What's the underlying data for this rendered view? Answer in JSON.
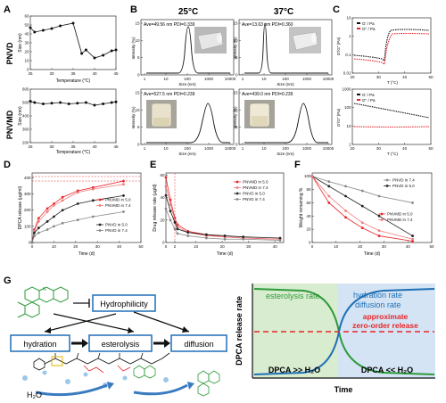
{
  "panels": {
    "A": "A",
    "B": "B",
    "C": "C",
    "D": "D",
    "E": "E",
    "F": "F",
    "G": "G"
  },
  "row_labels": {
    "pnvd": "PNVD",
    "pnvmd": "PNVMD"
  },
  "temps": {
    "t25": "25°C",
    "t37": "37°C"
  },
  "A": {
    "ylabel": "Size (nm)",
    "xlabel": "Temperature (°C)",
    "xticks": [
      "25",
      "30",
      "35",
      "40",
      "45"
    ],
    "top_yticks": [
      "60",
      "50",
      "40",
      "30",
      "20",
      "10",
      "0"
    ],
    "bot_yticks": [
      "600",
      "500",
      "400",
      "300",
      "200"
    ],
    "top_x": [
      25,
      26,
      28,
      30,
      32,
      35,
      37,
      38,
      40,
      42,
      44,
      45
    ],
    "top_y": [
      47,
      42,
      44,
      46,
      49,
      52,
      18,
      22,
      13,
      16,
      21,
      22
    ],
    "bot_x": [
      25,
      26,
      28,
      30,
      32,
      34,
      36,
      38,
      40,
      42,
      44,
      45
    ],
    "bot_y": [
      510,
      500,
      490,
      495,
      500,
      490,
      495,
      500,
      480,
      490,
      500,
      505
    ]
  },
  "B": {
    "ylabel": "Intensity (%)",
    "xlabel": "Size (nm)",
    "xticks": [
      "1",
      "10",
      "100",
      "1000",
      "10000"
    ],
    "yticks": [
      "15",
      "10",
      "5",
      "0"
    ],
    "p1": "Ave=49.56 nm  PDI=0.339",
    "p2": "Ave=13.63 nm  PDI=0.360",
    "p3": "Ave=527.5 nm  PDI=0.239",
    "p4": "Ave=439.0 nm  PDI=0.239"
  },
  "C": {
    "ylabel": "G'/G'' (Pa)",
    "xlabel": "T (°C)",
    "xticks": [
      "20",
      "30",
      "40",
      "50"
    ],
    "legend_g1": "G' / Pa",
    "legend_g2": "G'' / Pa",
    "top_yticks": [
      "10",
      "1",
      "0.1",
      "0.01"
    ],
    "bot_yticks": [
      "1000",
      "100",
      "10",
      "1"
    ]
  },
  "D": {
    "ylabel": "DPCA release (μg/ml)",
    "xlabel": "Time (d)",
    "xticks": [
      "0",
      "10",
      "20",
      "30",
      "40",
      "50"
    ],
    "yticks": [
      "0",
      "100",
      "200",
      "300",
      "400"
    ],
    "series": [
      {
        "name": "PNVMD in 5.0",
        "color": "#e8262b",
        "dash": "",
        "x": [
          0,
          1,
          3,
          7,
          10,
          14,
          21,
          28,
          42
        ],
        "y": [
          0,
          80,
          150,
          210,
          240,
          280,
          320,
          340,
          380
        ]
      },
      {
        "name": "PNVMD in 7.4",
        "color": "#f07a7a",
        "dash": "",
        "x": [
          0,
          1,
          3,
          7,
          10,
          14,
          21,
          28,
          42
        ],
        "y": [
          0,
          70,
          130,
          190,
          230,
          260,
          310,
          330,
          360
        ]
      },
      {
        "name": "PNVD in 5.0",
        "color": "#222222",
        "dash": "",
        "x": [
          0,
          1,
          3,
          7,
          10,
          14,
          21,
          28,
          42
        ],
        "y": [
          0,
          60,
          90,
          130,
          160,
          200,
          240,
          260,
          290
        ]
      },
      {
        "name": "PNVD in 7.4",
        "color": "#888888",
        "dash": "",
        "x": [
          0,
          1,
          3,
          7,
          10,
          14,
          21,
          28,
          42
        ],
        "y": [
          0,
          40,
          60,
          80,
          100,
          120,
          140,
          160,
          190
        ]
      }
    ]
  },
  "E": {
    "ylabel": "Drug release rate (μg/d)",
    "xlabel": "Time (d)",
    "xticks": [
      "0",
      "2",
      "10",
      "20",
      "30",
      "40"
    ],
    "yticks": [
      "0",
      "20",
      "40",
      "60"
    ],
    "series": [
      {
        "name": "PNVMD in 5.0",
        "color": "#e8262b",
        "x": [
          0,
          1,
          2,
          3,
          7,
          14,
          21,
          28,
          42
        ],
        "y": [
          58,
          38,
          22,
          16,
          10,
          7,
          5,
          4,
          3
        ]
      },
      {
        "name": "PNVMD in 7.4",
        "color": "#f07a7a",
        "x": [
          0,
          1,
          2,
          3,
          7,
          14,
          21,
          28,
          42
        ],
        "y": [
          50,
          34,
          20,
          14,
          9,
          6,
          5,
          4,
          3
        ]
      },
      {
        "name": "PNVD in 5.0",
        "color": "#222222",
        "x": [
          0,
          1,
          2,
          3,
          7,
          14,
          21,
          28,
          42
        ],
        "y": [
          42,
          28,
          18,
          12,
          9,
          7,
          6,
          5,
          4
        ]
      },
      {
        "name": "PNVD in 7.4",
        "color": "#888888",
        "x": [
          0,
          1,
          2,
          3,
          7,
          14,
          21,
          28,
          42
        ],
        "y": [
          30,
          20,
          12,
          8,
          6,
          4,
          3,
          3,
          2
        ]
      }
    ]
  },
  "F": {
    "ylabel": "Weight remaining %",
    "xlabel": "Time (d)",
    "xticks": [
      "0",
      "10",
      "20",
      "30",
      "40",
      "50"
    ],
    "yticks": [
      "0",
      "20",
      "40",
      "60",
      "80",
      "100"
    ],
    "series": [
      {
        "name": "PNVD in 7.4",
        "color": "#888888",
        "x": [
          0,
          7,
          14,
          21,
          28,
          42
        ],
        "y": [
          100,
          92,
          85,
          78,
          70,
          60
        ]
      },
      {
        "name": "PNVD in 5.0",
        "color": "#222222",
        "x": [
          0,
          7,
          14,
          21,
          28,
          42
        ],
        "y": [
          100,
          85,
          70,
          55,
          40,
          10
        ]
      },
      {
        "name": "PNVMD in 5.0",
        "color": "#e8262b",
        "x": [
          0,
          7,
          14,
          21,
          28,
          42
        ],
        "y": [
          100,
          60,
          38,
          22,
          10,
          2
        ]
      },
      {
        "name": "PNVMD in 7.4",
        "color": "#f07a7a",
        "x": [
          0,
          7,
          14,
          21,
          28,
          42
        ],
        "y": [
          100,
          70,
          48,
          30,
          18,
          5
        ]
      }
    ]
  },
  "G": {
    "hydrophilicity": "Hydrophilicity",
    "hydration": "hydration",
    "esterolysis": "esterolysis",
    "diffusion": "diffusion",
    "h2o": "H₂O",
    "esterolysis_rate": "esterolysis rate",
    "hydration_rate": "hydration rate",
    "diffusion_rate": "diffusion rate",
    "approx1": "approximate",
    "approx2": "zero-order release",
    "dpca_gt": "DPCA >> H₂O",
    "dpca_lt": "DPCA << H₂O",
    "ylabel": "DPCA release rate",
    "xlabel": "Time"
  },
  "colors": {
    "red": "#e8262b",
    "pink": "#f07a7a",
    "black": "#222222",
    "gray": "#888888",
    "green": "#2e9a3a",
    "blue": "#1f6fb5",
    "green_bg": "#d8ecd0",
    "blue_bg": "#d4e4f4"
  }
}
